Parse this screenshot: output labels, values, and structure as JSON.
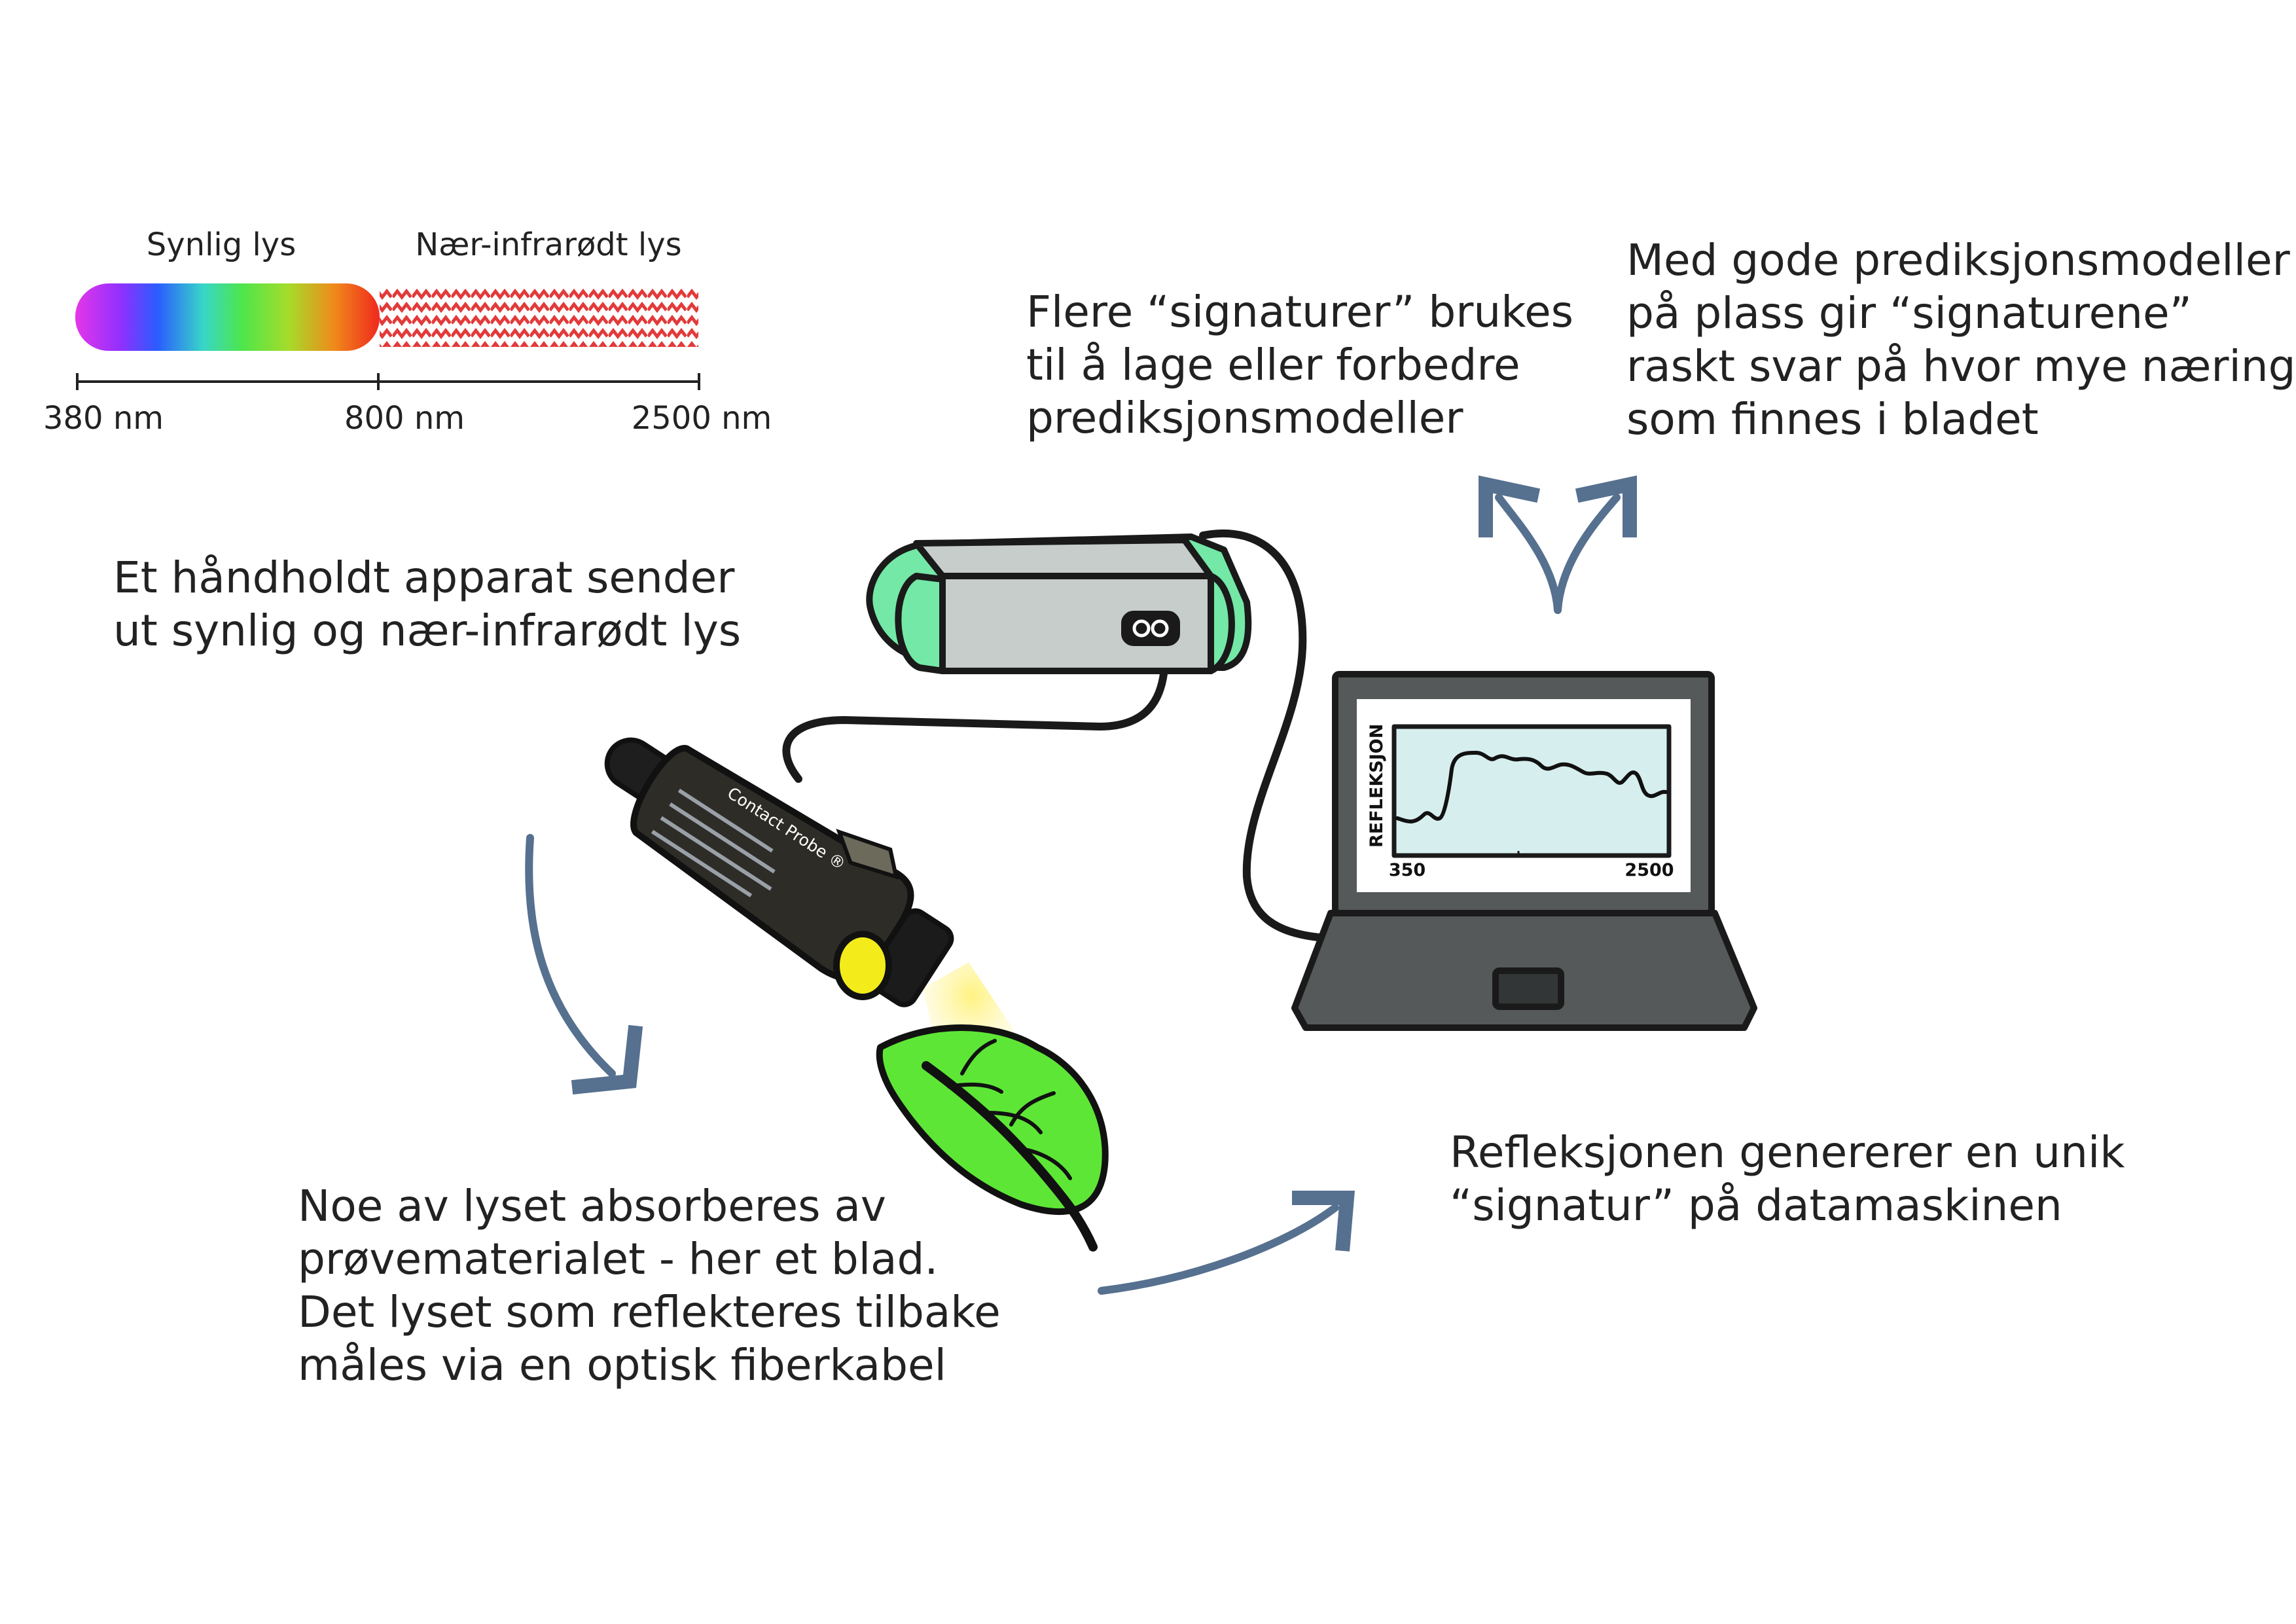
{
  "spectrum": {
    "visible_label": "Synlig lys",
    "nir_label": "Nær-infrarødt lys",
    "ticks": [
      "380 nm",
      "800 nm",
      "2500 nm"
    ]
  },
  "captions": {
    "handheld": [
      "Et håndholdt apparat sender",
      "ut synlig og nær-infrarødt lys"
    ],
    "absorb": [
      "Noe av lyset absorberes av",
      "prøvematerialet - her et blad.",
      "Det lyset som reflekteres tilbake",
      "måles via en optisk fiberkabel"
    ],
    "signature": [
      "Refleksjonen genererer en unik",
      "“signatur” på datamaskinen"
    ],
    "models": [
      "Flere “signaturer” brukes",
      "til å lage eller forbedre",
      "prediksjonsmodeller"
    ],
    "predict": [
      "Med gode prediksjonsmodeller",
      "på plass gir “signaturene”",
      "raskt svar på hvor mye næring",
      "som finnes i bladet"
    ]
  },
  "probe": {
    "label": "Contact Probe ®"
  },
  "screen_chart": {
    "ylabel": "REFLEKSJON",
    "x_min_label": "350",
    "x_max_label": "2500"
  },
  "colors": {
    "arrow": "#56708f",
    "leaf": "#5ee636",
    "device_body": "#c6cdca",
    "device_cap": "#74e8a6",
    "laptop": "#55595a",
    "probe_light": "#f4ec1a"
  }
}
